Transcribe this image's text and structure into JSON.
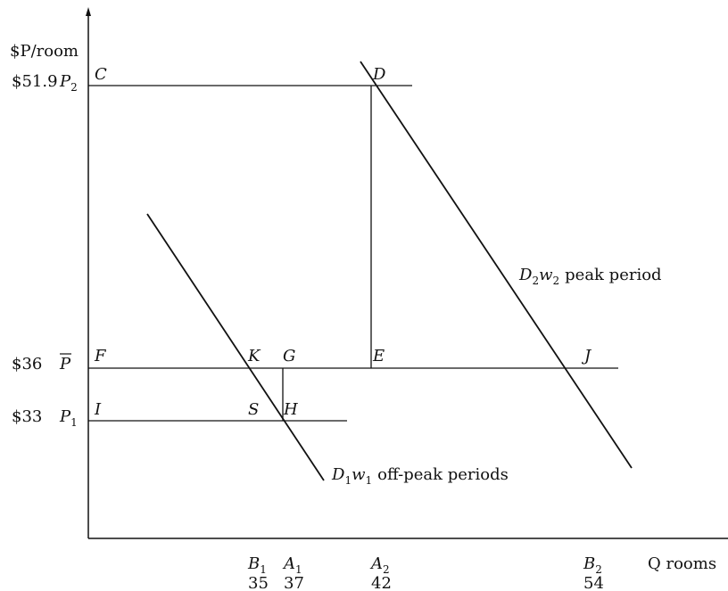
{
  "axes": {
    "y_label": "$P/room",
    "x_label": "Q rooms"
  },
  "price_levels": {
    "p2_value": "$51.9",
    "p2_symbol": "P",
    "p2_sub": "2",
    "pbar_value": "$36",
    "pbar_symbol": "P",
    "p1_value": "$33",
    "p1_symbol": "P",
    "p1_sub": "1"
  },
  "points": {
    "C": "C",
    "D": "D",
    "F": "F",
    "K": "K",
    "G": "G",
    "E": "E",
    "J": "J",
    "I": "I",
    "S": "S",
    "H": "H"
  },
  "curves": {
    "d2_D": "D",
    "d2_D_sub": "2",
    "d2_w": "w",
    "d2_w_sub": "2",
    "d2_text": "peak period",
    "d1_D": "D",
    "d1_D_sub": "1",
    "d1_w": "w",
    "d1_w_sub": "1",
    "d1_text": "off-peak periods"
  },
  "quantities": {
    "b1_symbol": "B",
    "b1_sub": "1",
    "b1_value": "35",
    "a1_symbol": "A",
    "a1_sub": "1",
    "a1_value": "37",
    "a2_symbol": "A",
    "a2_sub": "2",
    "a2_value": "42",
    "b2_symbol": "B",
    "b2_sub": "2",
    "b2_value": "54"
  }
}
